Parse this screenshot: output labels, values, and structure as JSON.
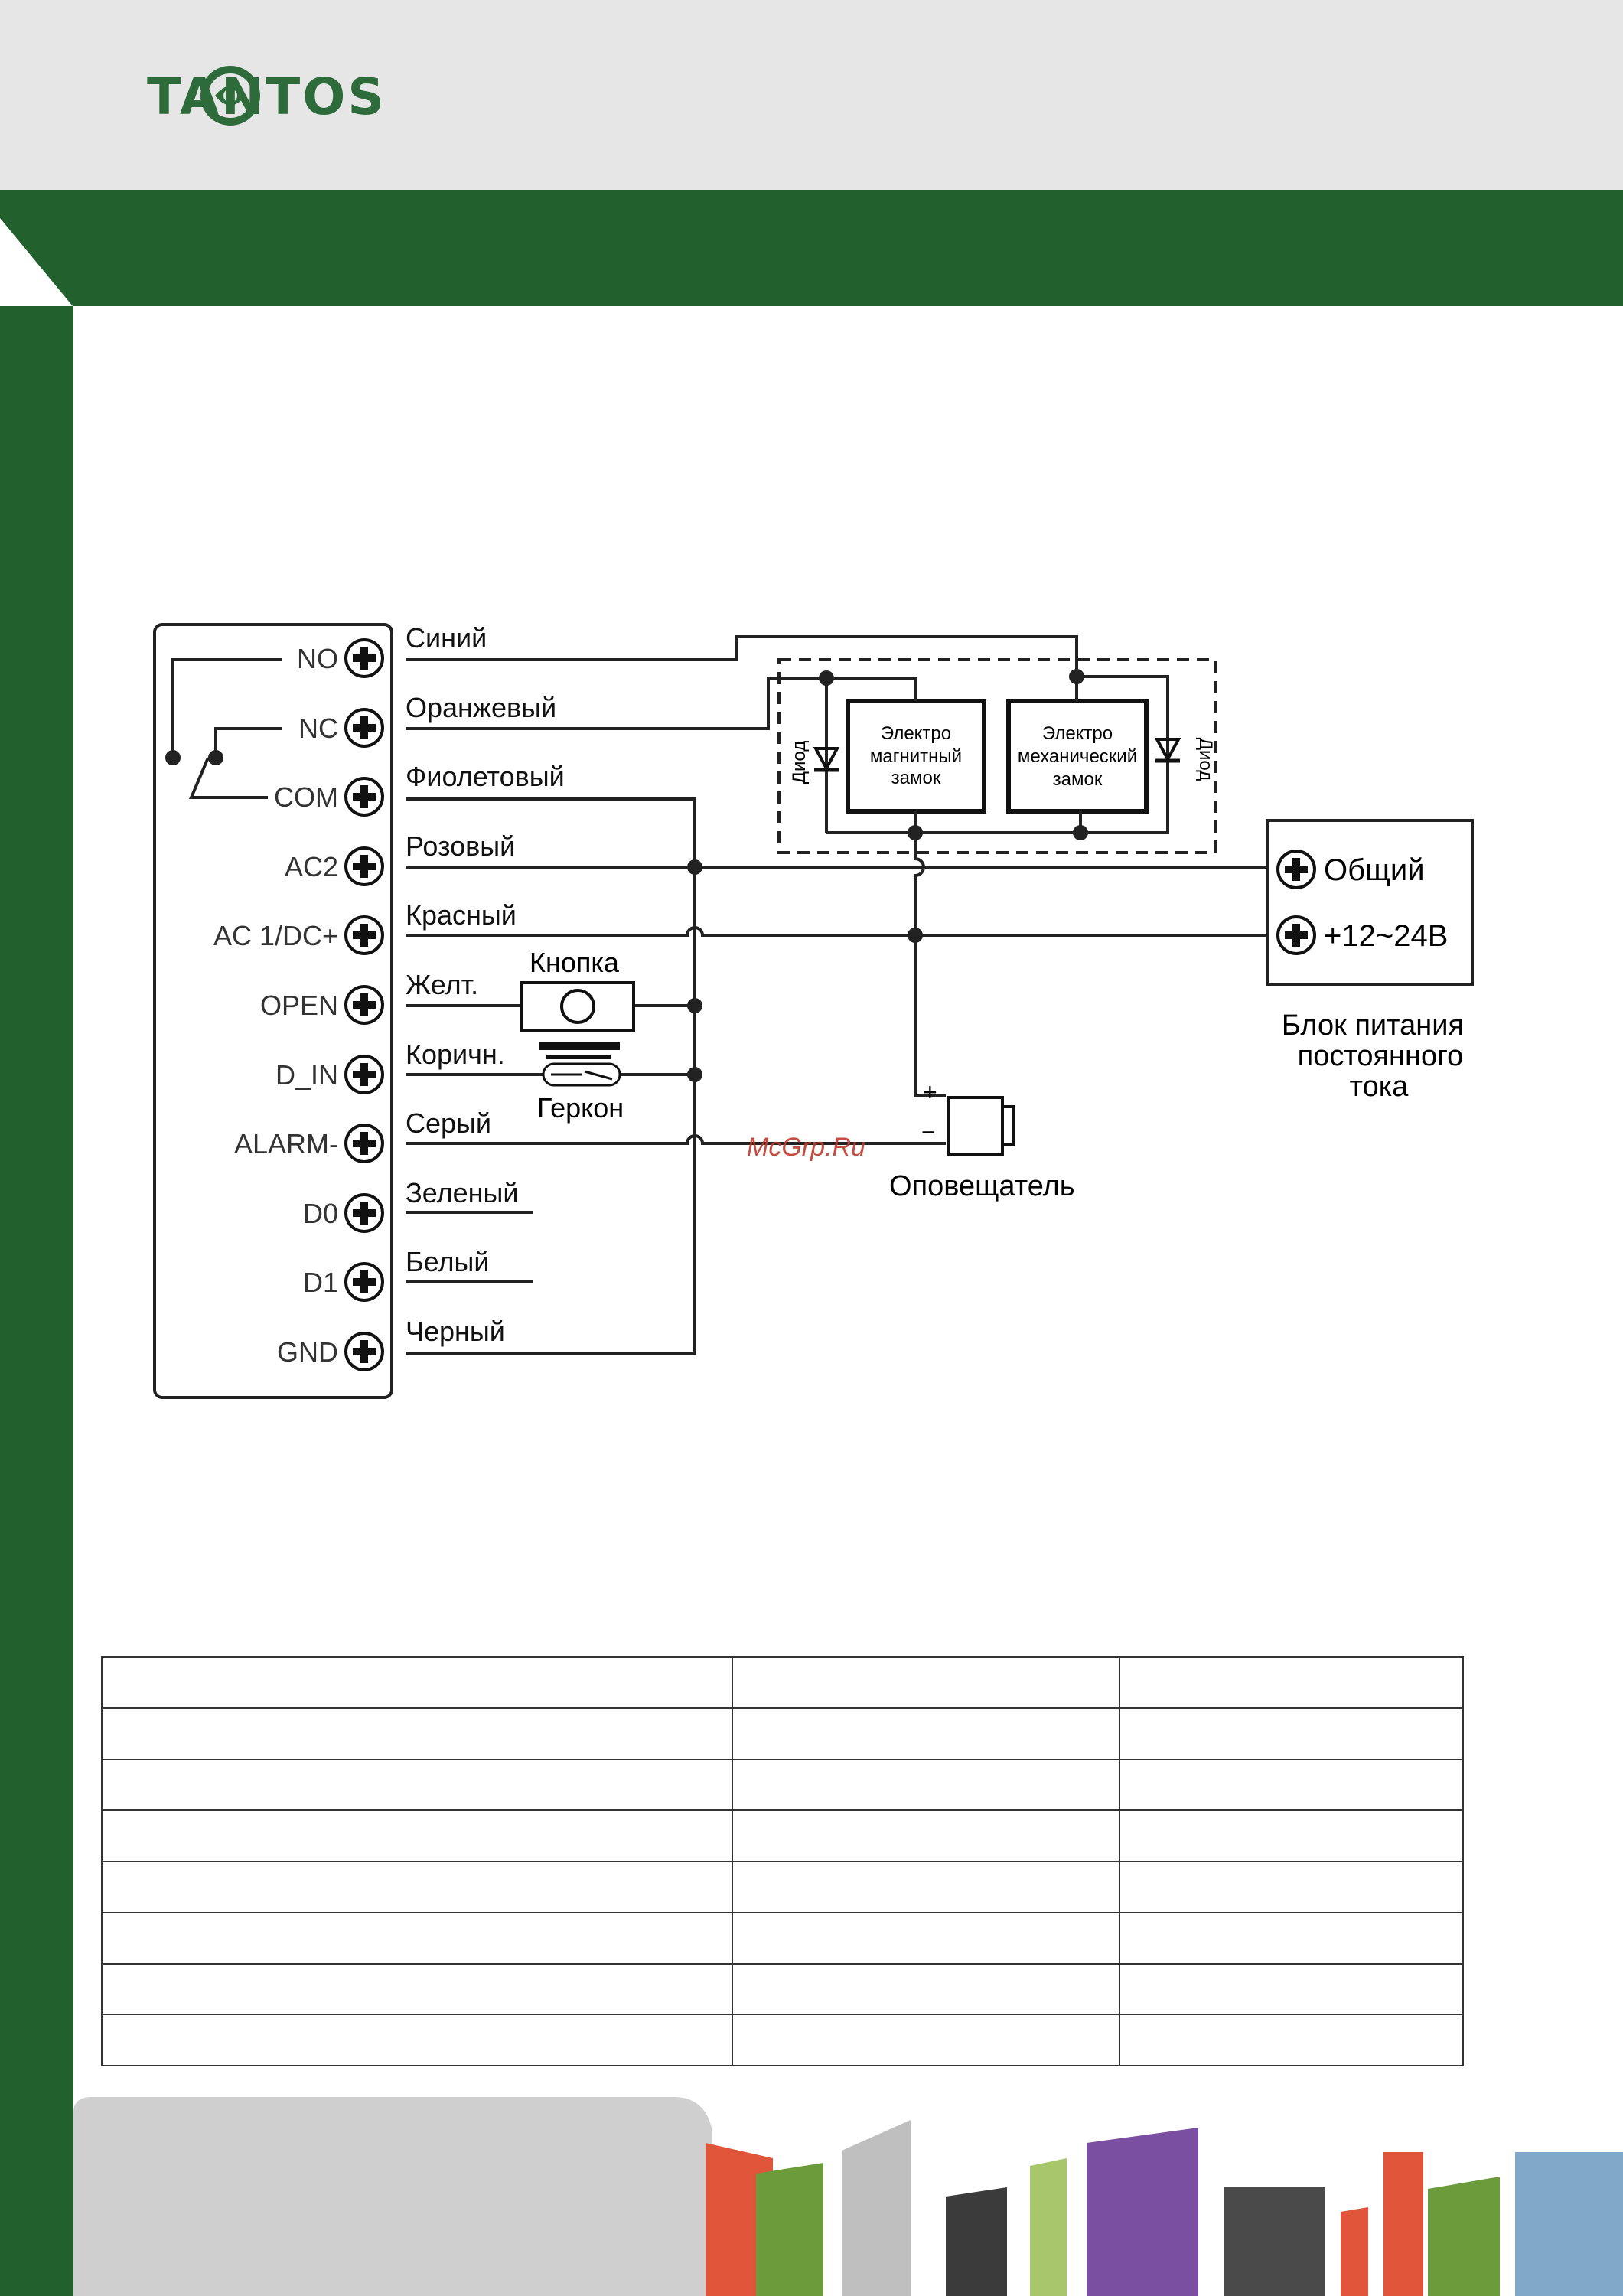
{
  "brand": {
    "logo_text": "TANTOS",
    "color_green": "#2e6b3a",
    "color_dark_green": "#22612e"
  },
  "terminals": [
    {
      "label": "NO",
      "wire": "Синий"
    },
    {
      "label": "NC",
      "wire": "Оранжевый"
    },
    {
      "label": "COM",
      "wire": "Фиолетовый"
    },
    {
      "label": "AC2",
      "wire": "Розовый"
    },
    {
      "label": "AC 1/DC+",
      "wire": "Красный"
    },
    {
      "label": "OPEN",
      "wire": "Желт."
    },
    {
      "label": "D_IN",
      "wire": "Коричн."
    },
    {
      "label": "ALARM-",
      "wire": "Серый"
    },
    {
      "label": "D0",
      "wire": "Зеленый"
    },
    {
      "label": "D1",
      "wire": "Белый"
    },
    {
      "label": "GND",
      "wire": "Черный"
    }
  ],
  "components": {
    "button": "Кнопка",
    "reed": "Геркон",
    "diode": "Диод",
    "maglock": [
      "Электро",
      "магнитный",
      "замок"
    ],
    "mechlock": [
      "Электро",
      "механический",
      "замок"
    ],
    "alarm": "Оповещатель",
    "alarm_plus": "+",
    "alarm_minus": "−"
  },
  "power_supply": {
    "common": "Общий",
    "voltage": "+12~24В",
    "caption": [
      "Блок питания",
      "постоянного",
      "тока"
    ]
  },
  "watermark": "McGrp.Ru",
  "table": {
    "rows": 8,
    "cols": 3
  }
}
